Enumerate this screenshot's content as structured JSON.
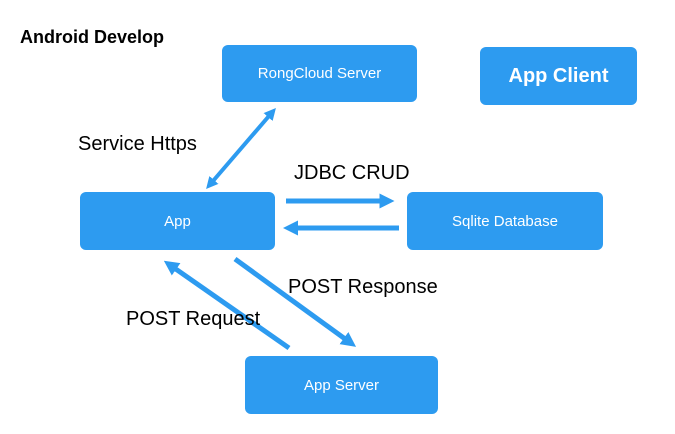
{
  "title": "Android Develop",
  "colors": {
    "accent": "#2D9BF0",
    "node_text": "#FFFFFF",
    "label_text": "#000000",
    "background": "#FFFFFF"
  },
  "diagram": {
    "nodes": [
      {
        "id": "rongcloud-server",
        "label": "RongCloud Server"
      },
      {
        "id": "app-client",
        "label": "App Client"
      },
      {
        "id": "app",
        "label": "App"
      },
      {
        "id": "sqlite-database",
        "label": "Sqlite Database"
      },
      {
        "id": "app-server",
        "label": "App Server"
      }
    ],
    "edges": [
      {
        "id": "service-https",
        "label": "Service Https",
        "from": "app",
        "to": "rongcloud-server",
        "arrows": "both"
      },
      {
        "id": "jdbc-crud",
        "label": "JDBC CRUD",
        "from": "app",
        "to": "sqlite-database",
        "arrows": "pair-opposite"
      },
      {
        "id": "post-response",
        "label": "POST Response",
        "from": "app",
        "to": "app-server",
        "arrows": "to"
      },
      {
        "id": "post-request",
        "label": "POST Request",
        "from": "app-server",
        "to": "app",
        "arrows": "to"
      }
    ]
  }
}
